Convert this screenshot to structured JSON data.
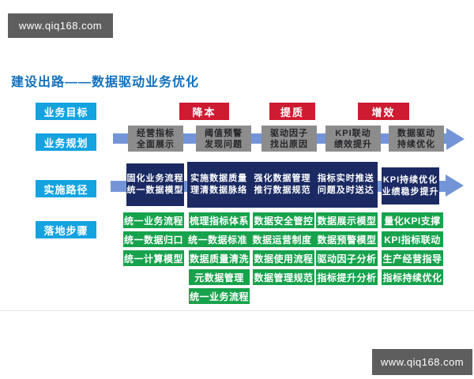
{
  "watermark": {
    "text": "www.qiq168.com"
  },
  "title": "建设出路——数据驱动业务优化",
  "row_labels": {
    "goals": "业务目标",
    "planning": "业务规划",
    "path": "实施路径",
    "steps": "落地步骤"
  },
  "goals": [
    {
      "label": "降本"
    },
    {
      "label": "提质"
    },
    {
      "label": "增效"
    }
  ],
  "planning_steps": [
    {
      "line1": "经营指标",
      "line2": "全面展示"
    },
    {
      "line1": "阈值预警",
      "line2": "发现问题"
    },
    {
      "line1": "驱动因子",
      "line2": "找出原因"
    },
    {
      "line1": "KPI联动",
      "line2": "绩效提升"
    },
    {
      "line1": "数据驱动",
      "line2": "持续优化"
    }
  ],
  "path_blocks": {
    "first": {
      "line1": "固化业务流程",
      "line2": "统一数据模型"
    },
    "middle": [
      {
        "line1": "实施数据质量",
        "line2": "理清数据脉络"
      },
      {
        "line1": "强化数据管理",
        "line2": "推行数据规范"
      },
      {
        "line1": "指标实时推送",
        "line2": "问题及时送达"
      }
    ],
    "last": {
      "line1": "KPI持续优化",
      "line2": "业绩稳步提升"
    }
  },
  "steps_grid": {
    "row1": [
      "统一业务流程",
      "梳理指标体系",
      "数据安全管控",
      "数据展示模型",
      "量化KPI支撑"
    ],
    "row2_bar": [
      "统一数据归口",
      "统一数据标准",
      "数据运营制度",
      "数据预警模型"
    ],
    "row2_last": "KPI指标联动",
    "row3": [
      "统一计算模型",
      "数据质量清洗",
      "数据使用流程",
      "驱动因子分析",
      "生产经营指导"
    ],
    "row4": [
      "元数据管理",
      "数据管理规范",
      "指标提升分析",
      "指标持续优化"
    ],
    "row5": [
      "统一业务流程"
    ]
  },
  "colors": {
    "cyan": "#14a3e1",
    "red": "#ce1b31",
    "graybox": "#8c8c8c",
    "arrow": "#7395d8",
    "navy": "#1b2a63",
    "green": "#17a24c",
    "titleblue": "#1270bc",
    "wm": "#5e5e5e"
  }
}
